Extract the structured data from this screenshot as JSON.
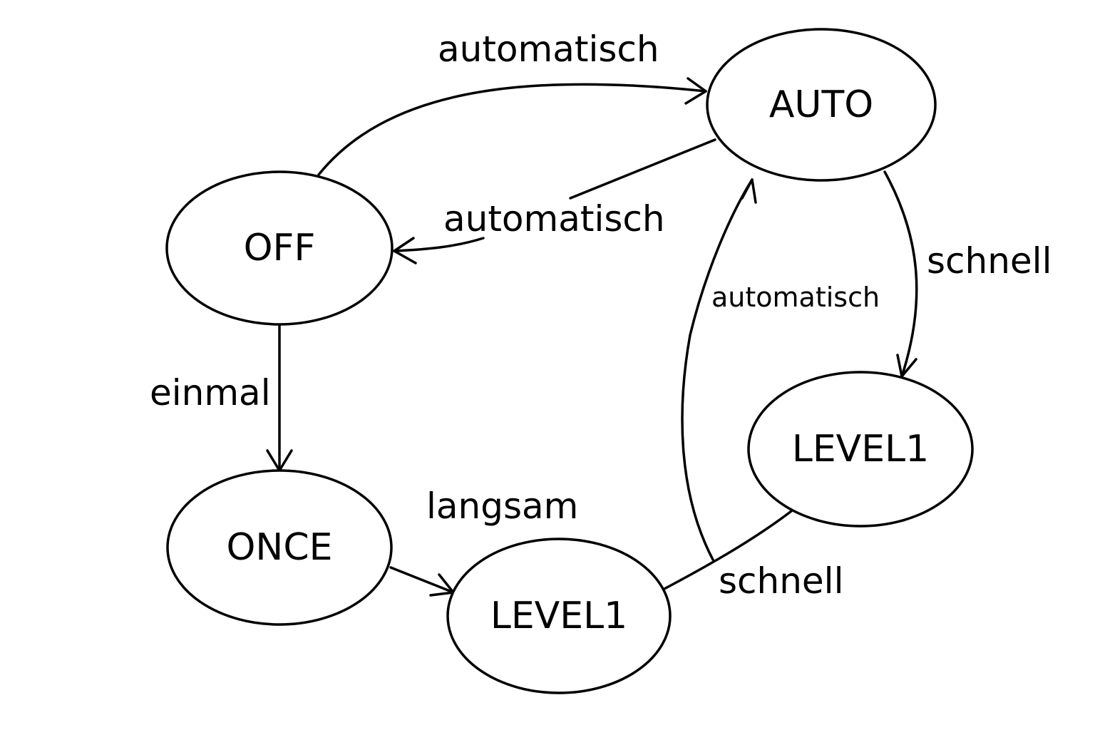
{
  "nodes": {
    "off": {
      "label": "OFF"
    },
    "auto": {
      "label": "AUTO"
    },
    "once": {
      "label": "ONCE"
    },
    "level1_bottom": {
      "label": "LEVEL1"
    },
    "level1_right": {
      "label": "LEVEL1"
    }
  },
  "edges": {
    "off_to_auto": {
      "label": "automatisch"
    },
    "auto_to_off": {
      "label": "automatisch"
    },
    "off_to_once": {
      "label": "einmal"
    },
    "once_to_level1": {
      "label": "langsam"
    },
    "auto_to_level1_right": {
      "label": "schnell"
    },
    "level1_bottom_to_auto": {
      "label": "automatisch"
    },
    "level1_bottom_to_level1_right": {
      "label": "schnell"
    }
  }
}
